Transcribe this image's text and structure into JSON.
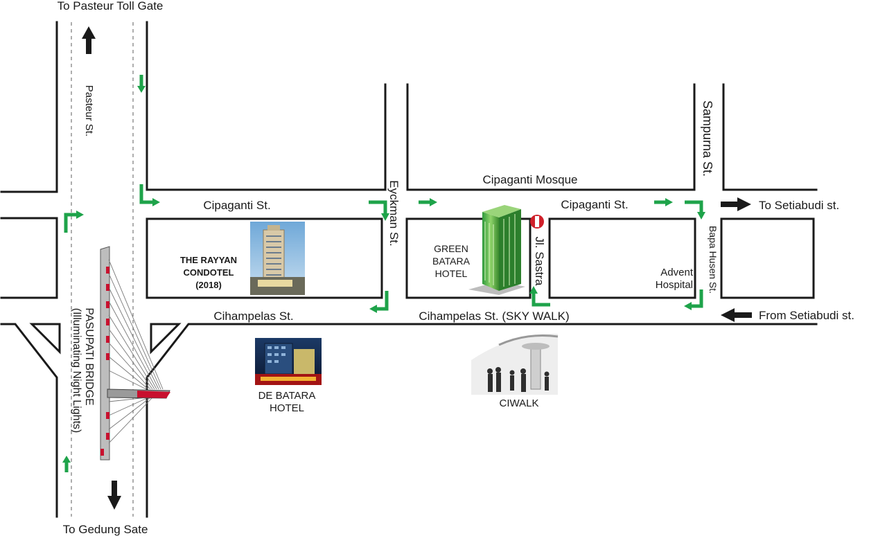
{
  "labels": {
    "to_pasteur_toll_gate": "To Pasteur Toll Gate",
    "to_gedung_sate": "To Gedung Sate",
    "pasteur_st": "Pasteur St.",
    "pasupati_bridge": "PASUPATI BRIDGE",
    "illuminating_night_lights": "(Illuminating Night Lights)",
    "cipaganti_st_left": "Cipaganti St.",
    "cipaganti_st_right": "Cipaganti St.",
    "cipaganti_mosque": "Cipaganti Mosque",
    "eyckman_st": "Eyckman St.",
    "jl_sastra": "Jl. Sastra",
    "sampurna_st": "Sampurna St.",
    "bapa_husen_st": "Bapa Husen St.",
    "to_setiabudi": "To Setiabudi st.",
    "from_setiabudi": "From Setiabudi st.",
    "cihampelas_st": "Cihampelas St.",
    "cihampelas_sky_walk": "Cihampelas St. (SKY WALK)",
    "advent_hospital_line1": "Advent",
    "advent_hospital_line2": "Hospital"
  },
  "landmarks": {
    "rayyan": {
      "line1": "THE RAYYAN",
      "line2": "CONDOTEL",
      "line3": "(2018)"
    },
    "green_batara": {
      "line1": "GREEN",
      "line2": "BATARA",
      "line3": "HOTEL"
    },
    "de_batara": {
      "line1": "DE BATARA",
      "line2": "HOTEL"
    },
    "ciwalk": {
      "line1": "CIWALK"
    }
  },
  "colors": {
    "road": "#1a1a1a",
    "direction_arrow": "#1ea34a",
    "main_arrow": "#1a1a1a",
    "no_entry": "#d0202a",
    "bridge_cable": "#c8102e"
  },
  "icons": [
    "no-entry-icon",
    "direction-arrow-icon"
  ]
}
